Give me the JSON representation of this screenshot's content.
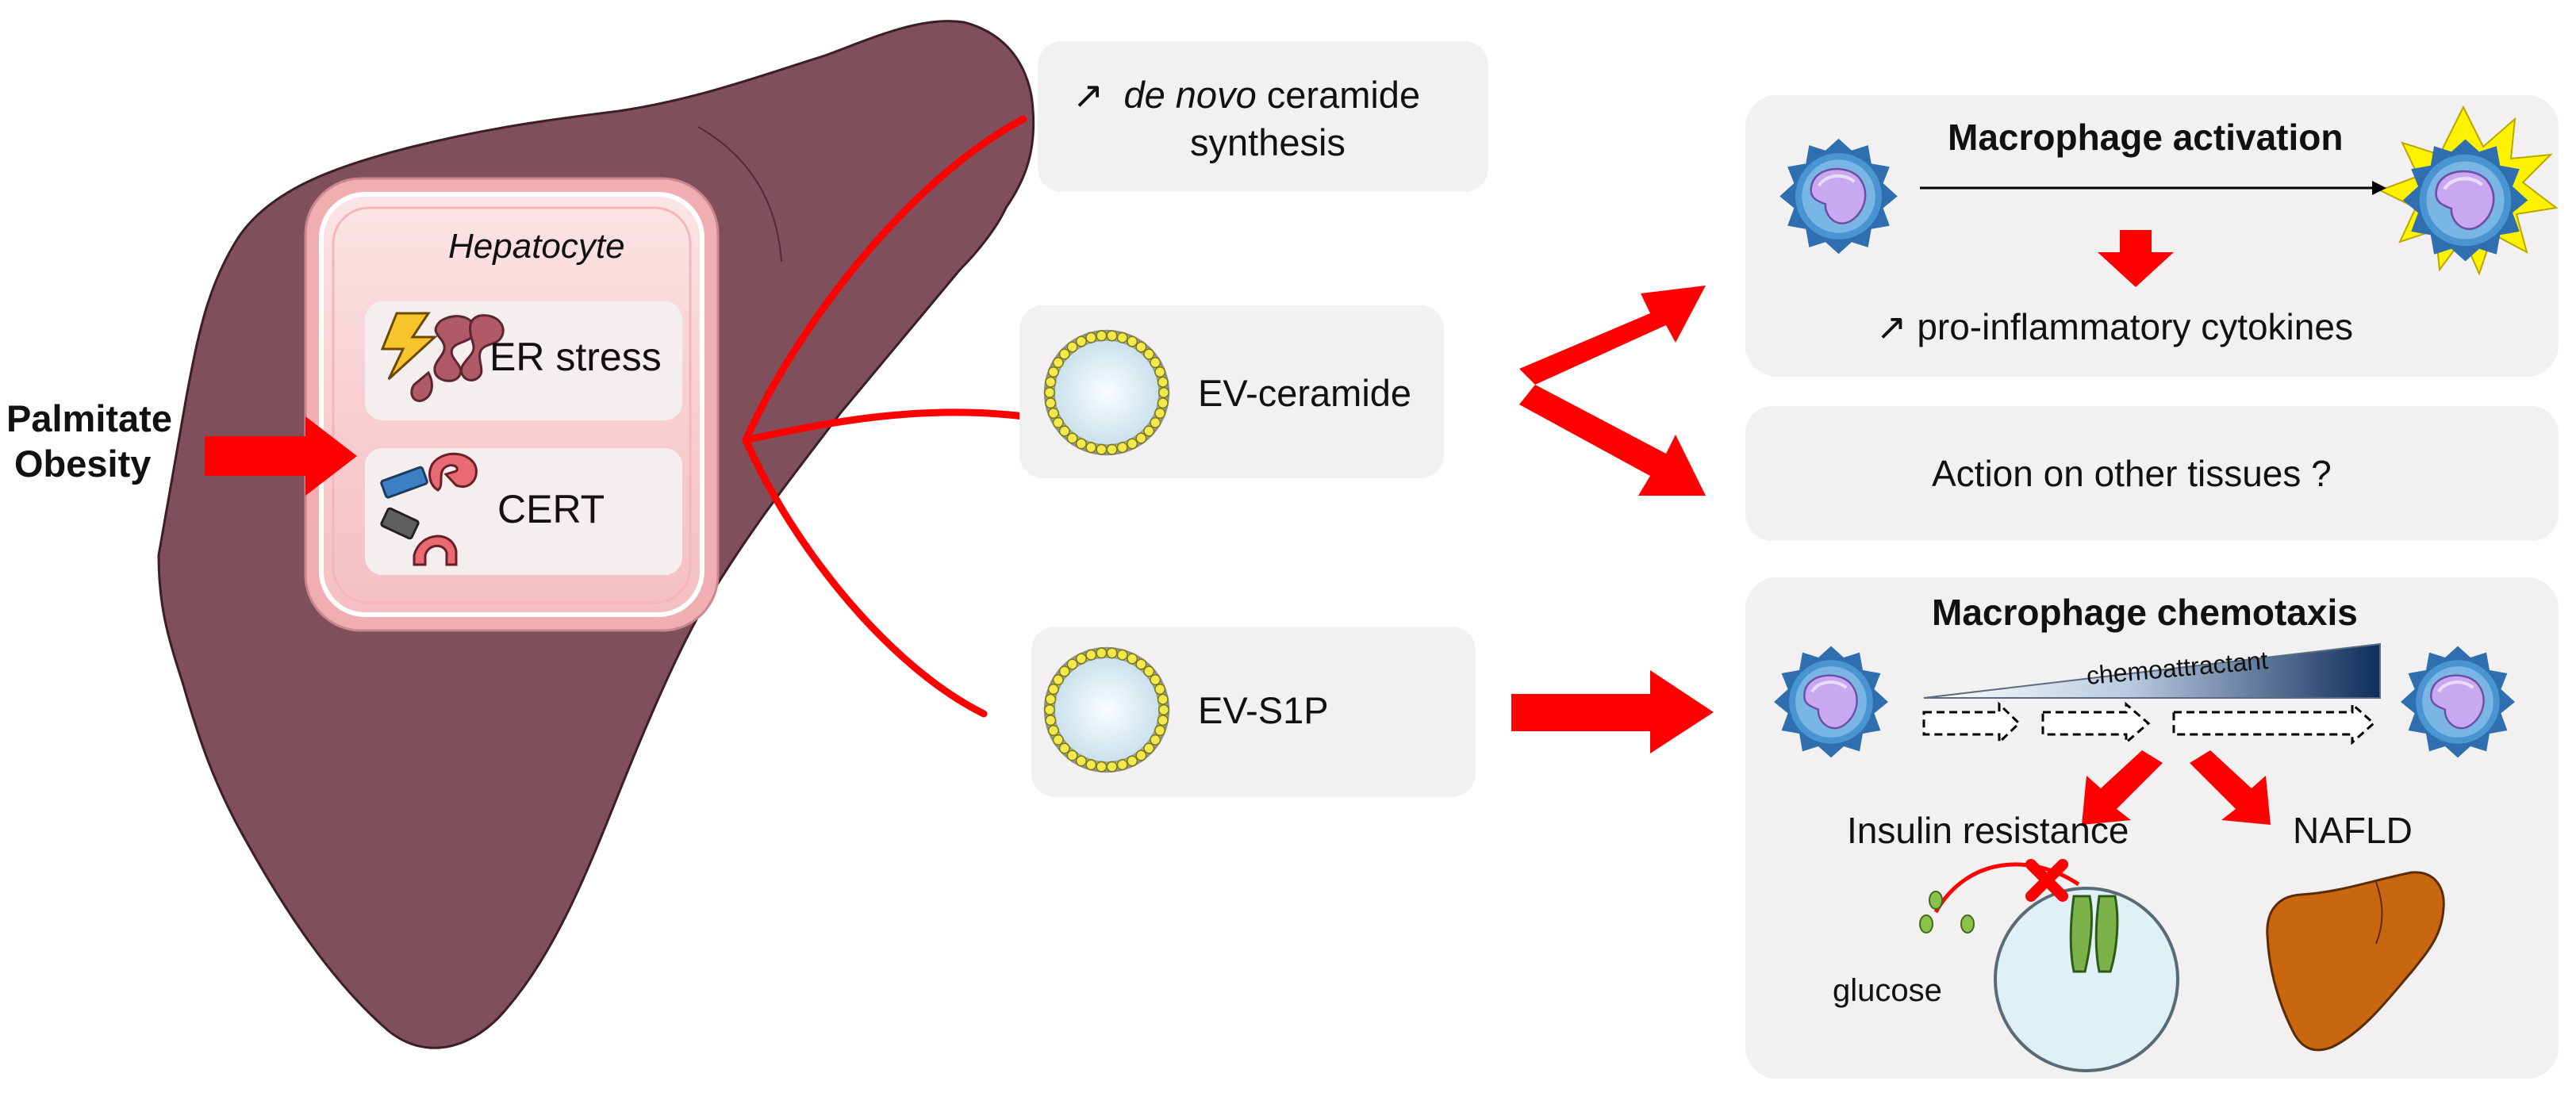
{
  "input": {
    "line1": "Palmitate",
    "line2": "Obesity"
  },
  "hepatocyte": {
    "title": "Hepatocyte",
    "er_stress": "ER stress",
    "cert": "CERT"
  },
  "middle": {
    "denovo_prefix": "↗",
    "denovo_italic": "de novo",
    "denovo_rest": "ceramide",
    "denovo_line2": "synthesis",
    "ev_ceramide": "EV-ceramide",
    "ev_s1p": "EV-S1P"
  },
  "right": {
    "activation_title": "Macrophage activation",
    "cytokines": "↗  pro-inflammatory cytokines",
    "other_tissues": "Action on other tissues ?",
    "chemotaxis_title": "Macrophage chemotaxis",
    "chemoattractant": "chemoattractant",
    "insulin_resistance": "Insulin resistance",
    "nafld": "NAFLD",
    "glucose": "glucose"
  },
  "colors": {
    "liver": "#7f4f5c",
    "arrow_red": "#ff0000",
    "box_bg": "#f2f0f0",
    "hepatocyte_pink": "#f8d2d4",
    "vesicle_fill": "#d8ecf2",
    "vesicle_bead": "#f2e94e",
    "macrophage_body": "#3d86c4",
    "macrophage_nucleus": "#c7a6ef",
    "nafld_liver": "#c96710",
    "gradient_dark": "#0f2d5c",
    "star_yellow": "#fff200"
  }
}
